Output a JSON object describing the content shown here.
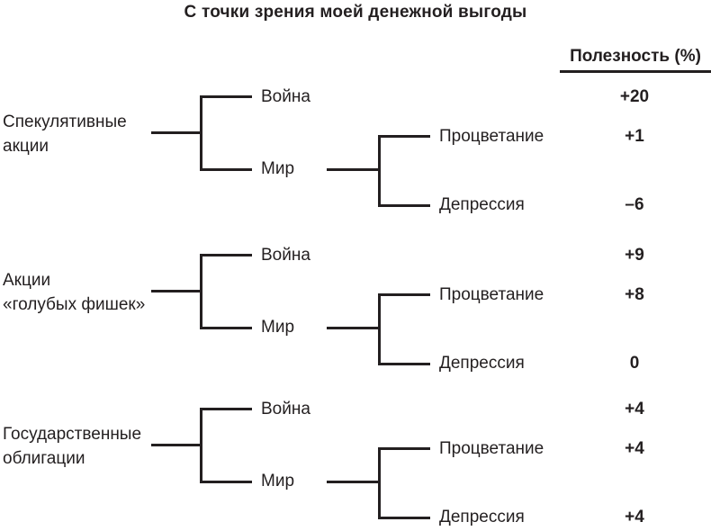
{
  "title": "С точки зрения моей денежной выгоды",
  "utility_header": "Полезность (%)",
  "colors": {
    "text": "#231f20",
    "line": "#231f20",
    "background": "#ffffff"
  },
  "tree": {
    "branches": [
      {
        "label_line1": "Спекулятивные",
        "label_line2": "акции",
        "war": {
          "label": "Война",
          "value": "+20"
        },
        "peace": {
          "label": "Мир"
        },
        "prosperity": {
          "label": "Процветание",
          "value": "+1"
        },
        "depression": {
          "label": "Депрессия",
          "value": "–6"
        }
      },
      {
        "label_line1": "Акции",
        "label_line2": "«голубых фишек»",
        "war": {
          "label": "Война",
          "value": "+9"
        },
        "peace": {
          "label": "Мир"
        },
        "prosperity": {
          "label": "Процветание",
          "value": "+8"
        },
        "depression": {
          "label": "Депрессия",
          "value": "0"
        }
      },
      {
        "label_line1": "Государственные",
        "label_line2": "облигации",
        "war": {
          "label": "Война",
          "value": "+4"
        },
        "peace": {
          "label": "Мир"
        },
        "prosperity": {
          "label": "Процветание",
          "value": "+4"
        },
        "depression": {
          "label": "Депрессия",
          "value": "+4"
        }
      }
    ]
  }
}
